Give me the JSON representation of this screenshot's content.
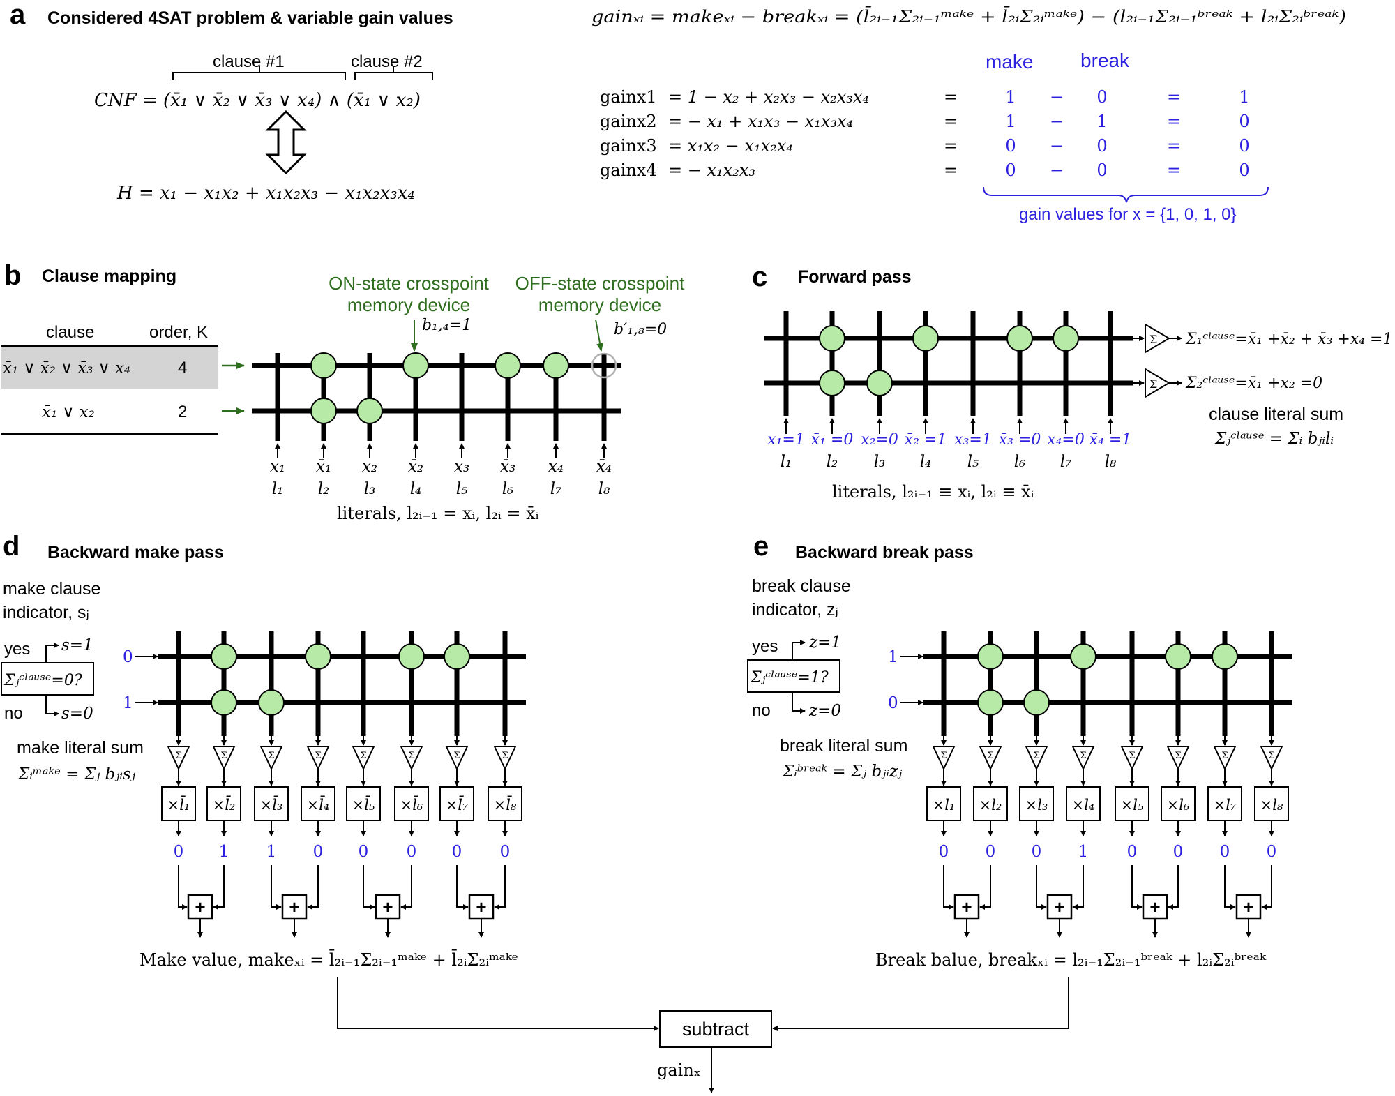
{
  "colors": {
    "blue": "#2b1fe0",
    "green": "#2e6e1e",
    "node": "#b6eaa6",
    "highlight": "#d4d4d4",
    "ink": "#000000"
  },
  "panel_a": {
    "letter": "a",
    "title": "Considered 4SAT problem & variable gain values",
    "clause1": "clause #1",
    "clause2": "clause #2",
    "cnf": "CNF = (x̄₁ ∨ x̄₂ ∨ x̄₃ ∨ x₄) ∧ (x̄₁ ∨ x₂)",
    "hamiltonian": "H = x₁ − x₁x₂ + x₁x₂x₃ − x₁x₂x₃x₄",
    "gain_formula": "gainₓᵢ = makeₓᵢ − breakₓᵢ = (l̄₂ᵢ₋₁Σ₂ᵢ₋₁ᵐᵃᵏᵉ + l̄₂ᵢΣ₂ᵢᵐᵃᵏᵉ) − (l₂ᵢ₋₁Σ₂ᵢ₋₁ᵇʳᵉᵃᵏ + l₂ᵢΣ₂ᵢᵇʳᵉᵃᵏ)",
    "make_label": "make",
    "break_label": "break",
    "gains": [
      {
        "lhs": "gainx1",
        "expr": "= 1 − x₂ + x₂x₃ − x₂x₃x₄",
        "make": "1",
        "break": "0",
        "result": "1"
      },
      {
        "lhs": "gainx2",
        "expr": "= − x₁ + x₁x₃ − x₁x₃x₄",
        "make": "1",
        "break": "1",
        "result": "0"
      },
      {
        "lhs": "gainx3",
        "expr": "= x₁x₂ − x₁x₂x₄",
        "make": "0",
        "break": "0",
        "result": "0"
      },
      {
        "lhs": "gainx4",
        "expr": "= − x₁x₂x₃",
        "make": "0",
        "break": "0",
        "result": "0"
      }
    ],
    "eq": "=",
    "minus": "−",
    "gain_values_note": "gain values for x = {1, 0, 1, 0}"
  },
  "panel_b": {
    "letter": "b",
    "title": "Clause mapping",
    "col_clause": "clause",
    "col_order": "order, K",
    "rows": [
      {
        "clause": "x̄₁ ∨ x̄₂ ∨ x̄₃ ∨ x₄",
        "order": "4"
      },
      {
        "clause": "x̄₁ ∨ x₂",
        "order": "2"
      }
    ],
    "on_label": "ON-state crosspoint memory device",
    "off_label": "OFF-state crosspoint memory device",
    "on_value": "b₁,₄=1",
    "off_value": "b′₁,₈=0",
    "column_vars": [
      "x₁",
      "x̄₁",
      "x₂",
      "x̄₂",
      "x₃",
      "x̄₃",
      "x₄",
      "x̄₄"
    ],
    "column_lits": [
      "l₁",
      "l₂",
      "l₃",
      "l₄",
      "l₅",
      "l₆",
      "l₇",
      "l₈"
    ],
    "literals_note": "literals, l₂ᵢ₋₁ = xᵢ, l₂ᵢ = x̄ᵢ"
  },
  "panel_c": {
    "letter": "c",
    "title": "Forward pass",
    "sum1": "Σ₁ᶜˡᵃᵘˢᵉ=x̄₁ +x̄₂ + x̄₃ +x₄ =1",
    "sum2": "Σ₂ᶜˡᵃᵘˢᵉ=x̄₁ +x₂ =0",
    "column_inputs": [
      "x₁=1",
      "x̄₁ =0",
      "x₂=0",
      "x̄₂ =1",
      "x₃=1",
      "x̄₃ =0",
      "x₄=0",
      "x̄₄ =1"
    ],
    "column_lits": [
      "l₁",
      "l₂",
      "l₃",
      "l₄",
      "l₅",
      "l₆",
      "l₇",
      "l₈"
    ],
    "clause_literal_sum": "clause literal sum",
    "clause_sum_formula": "Σⱼᶜˡᵃᵘˢᵉ = Σᵢ bⱼᵢlᵢ",
    "literals_note": "literals, l₂ᵢ₋₁ ≡ xᵢ, l₂ᵢ ≡ x̄ᵢ"
  },
  "panel_d": {
    "letter": "d",
    "title": "Backward make pass",
    "indicator_title_1": "make clause",
    "indicator_title_2": "indicator, sⱼ",
    "yes": "yes",
    "no": "no",
    "yes_out": "s=1",
    "no_out": "s=0",
    "condition": "Σⱼᶜˡᵃᵘˢᵉ=0?",
    "row_inputs": [
      "0",
      "1"
    ],
    "literal_sum_title": "make literal sum",
    "literal_sum_formula": "Σᵢᵐᵃᵏᵉ = Σⱼ bⱼᵢsⱼ",
    "multipliers": [
      "×l̄₁",
      "×l̄₂",
      "×l̄₃",
      "×l̄₄",
      "×l̄₅",
      "×l̄₆",
      "×l̄₇",
      "×l̄₈"
    ],
    "outputs": [
      "0",
      "1",
      "1",
      "0",
      "0",
      "0",
      "0",
      "0"
    ],
    "value_label": "Make value, makeₓᵢ = l̄₂ᵢ₋₁Σ₂ᵢ₋₁ᵐᵃᵏᵉ + l̄₂ᵢΣ₂ᵢᵐᵃᵏᵉ"
  },
  "panel_e": {
    "letter": "e",
    "title": "Backward break pass",
    "indicator_title_1": "break clause",
    "indicator_title_2": "indicator, zⱼ",
    "yes": "yes",
    "no": "no",
    "yes_out": "z=1",
    "no_out": "z=0",
    "condition": "Σⱼᶜˡᵃᵘˢᵉ=1?",
    "row_inputs": [
      "1",
      "0"
    ],
    "literal_sum_title": "break literal sum",
    "literal_sum_formula": "Σᵢᵇʳᵉᵃᵏ = Σⱼ bⱼᵢzⱼ",
    "multipliers": [
      "×l₁",
      "×l₂",
      "×l₃",
      "×l₄",
      "×l₅",
      "×l₆",
      "×l₇",
      "×l₈"
    ],
    "outputs": [
      "0",
      "0",
      "0",
      "1",
      "0",
      "0",
      "0",
      "0"
    ],
    "value_label": "Break balue, breakₓᵢ = l₂ᵢ₋₁Σ₂ᵢ₋₁ᵇʳᵉᵃᵏ + l₂ᵢΣ₂ᵢᵇʳᵉᵃᵏ"
  },
  "bottom": {
    "subtract": "subtract",
    "gain_out": "gainₓ"
  }
}
